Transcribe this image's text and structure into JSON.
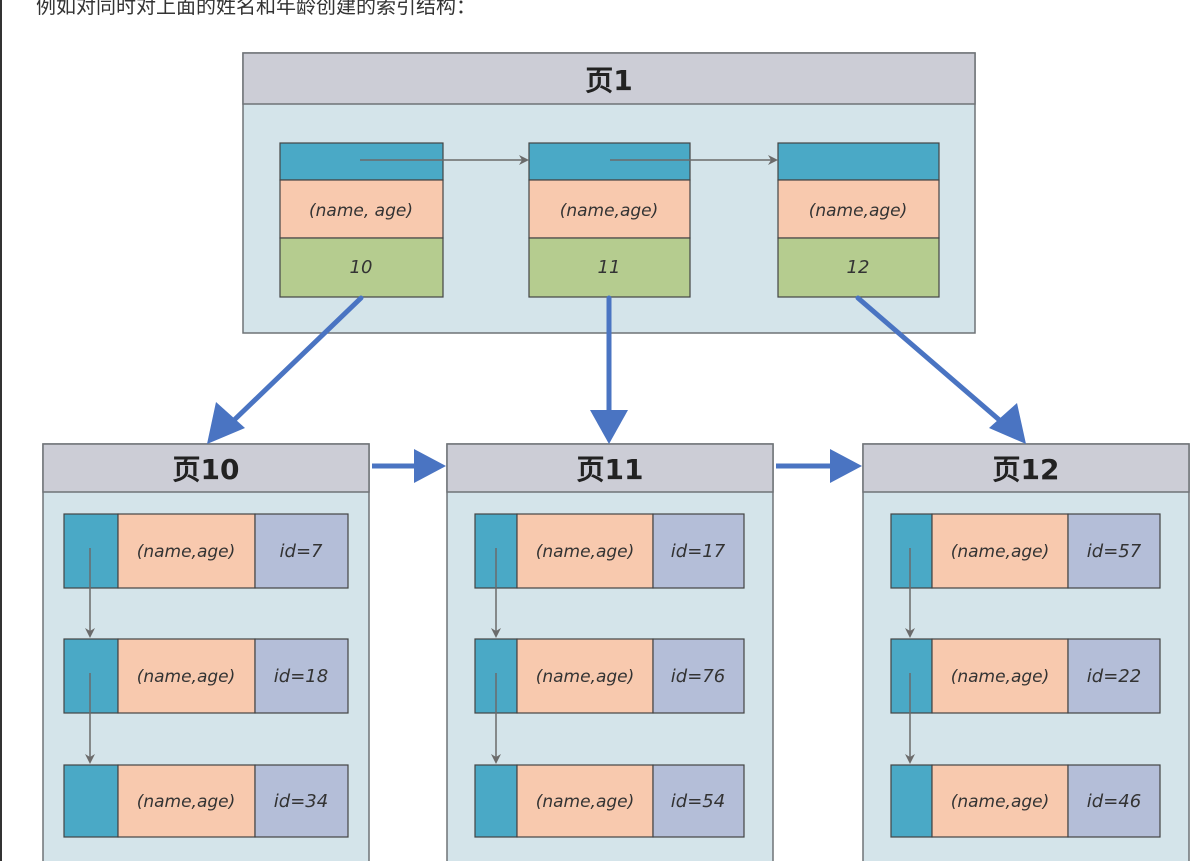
{
  "intro_text": "例如对同时对上面的姓名和年龄创建的索引结构：",
  "colors": {
    "header": "#cccdd6",
    "panel": "#d4e4ea",
    "pointer": "#4aa9c6",
    "key": "#f8c9ae",
    "value": "#b5cc8f",
    "id": "#b4bed8",
    "blue_arrow": "#4a74c2",
    "gray_arrow": "#6b6b6b"
  },
  "root": {
    "title": "页1",
    "entries": [
      {
        "key": "(name, age)",
        "value": "10"
      },
      {
        "key": "(name,age)",
        "value": "11"
      },
      {
        "key": "(name,age)",
        "value": "12"
      }
    ]
  },
  "leaves": [
    {
      "title": "页10",
      "rows": [
        {
          "key": "(name,age)",
          "id": "id=7"
        },
        {
          "key": "(name,age)",
          "id": "id=18"
        },
        {
          "key": "(name,age)",
          "id": "id=34"
        }
      ]
    },
    {
      "title": "页11",
      "rows": [
        {
          "key": "(name,age)",
          "id": "id=17"
        },
        {
          "key": "(name,age)",
          "id": "id=76"
        },
        {
          "key": "(name,age)",
          "id": "id=54"
        }
      ]
    },
    {
      "title": "页12",
      "rows": [
        {
          "key": "(name,age)",
          "id": "id=57"
        },
        {
          "key": "(name,age)",
          "id": "id=22"
        },
        {
          "key": "(name,age)",
          "id": "id=46"
        }
      ]
    }
  ]
}
